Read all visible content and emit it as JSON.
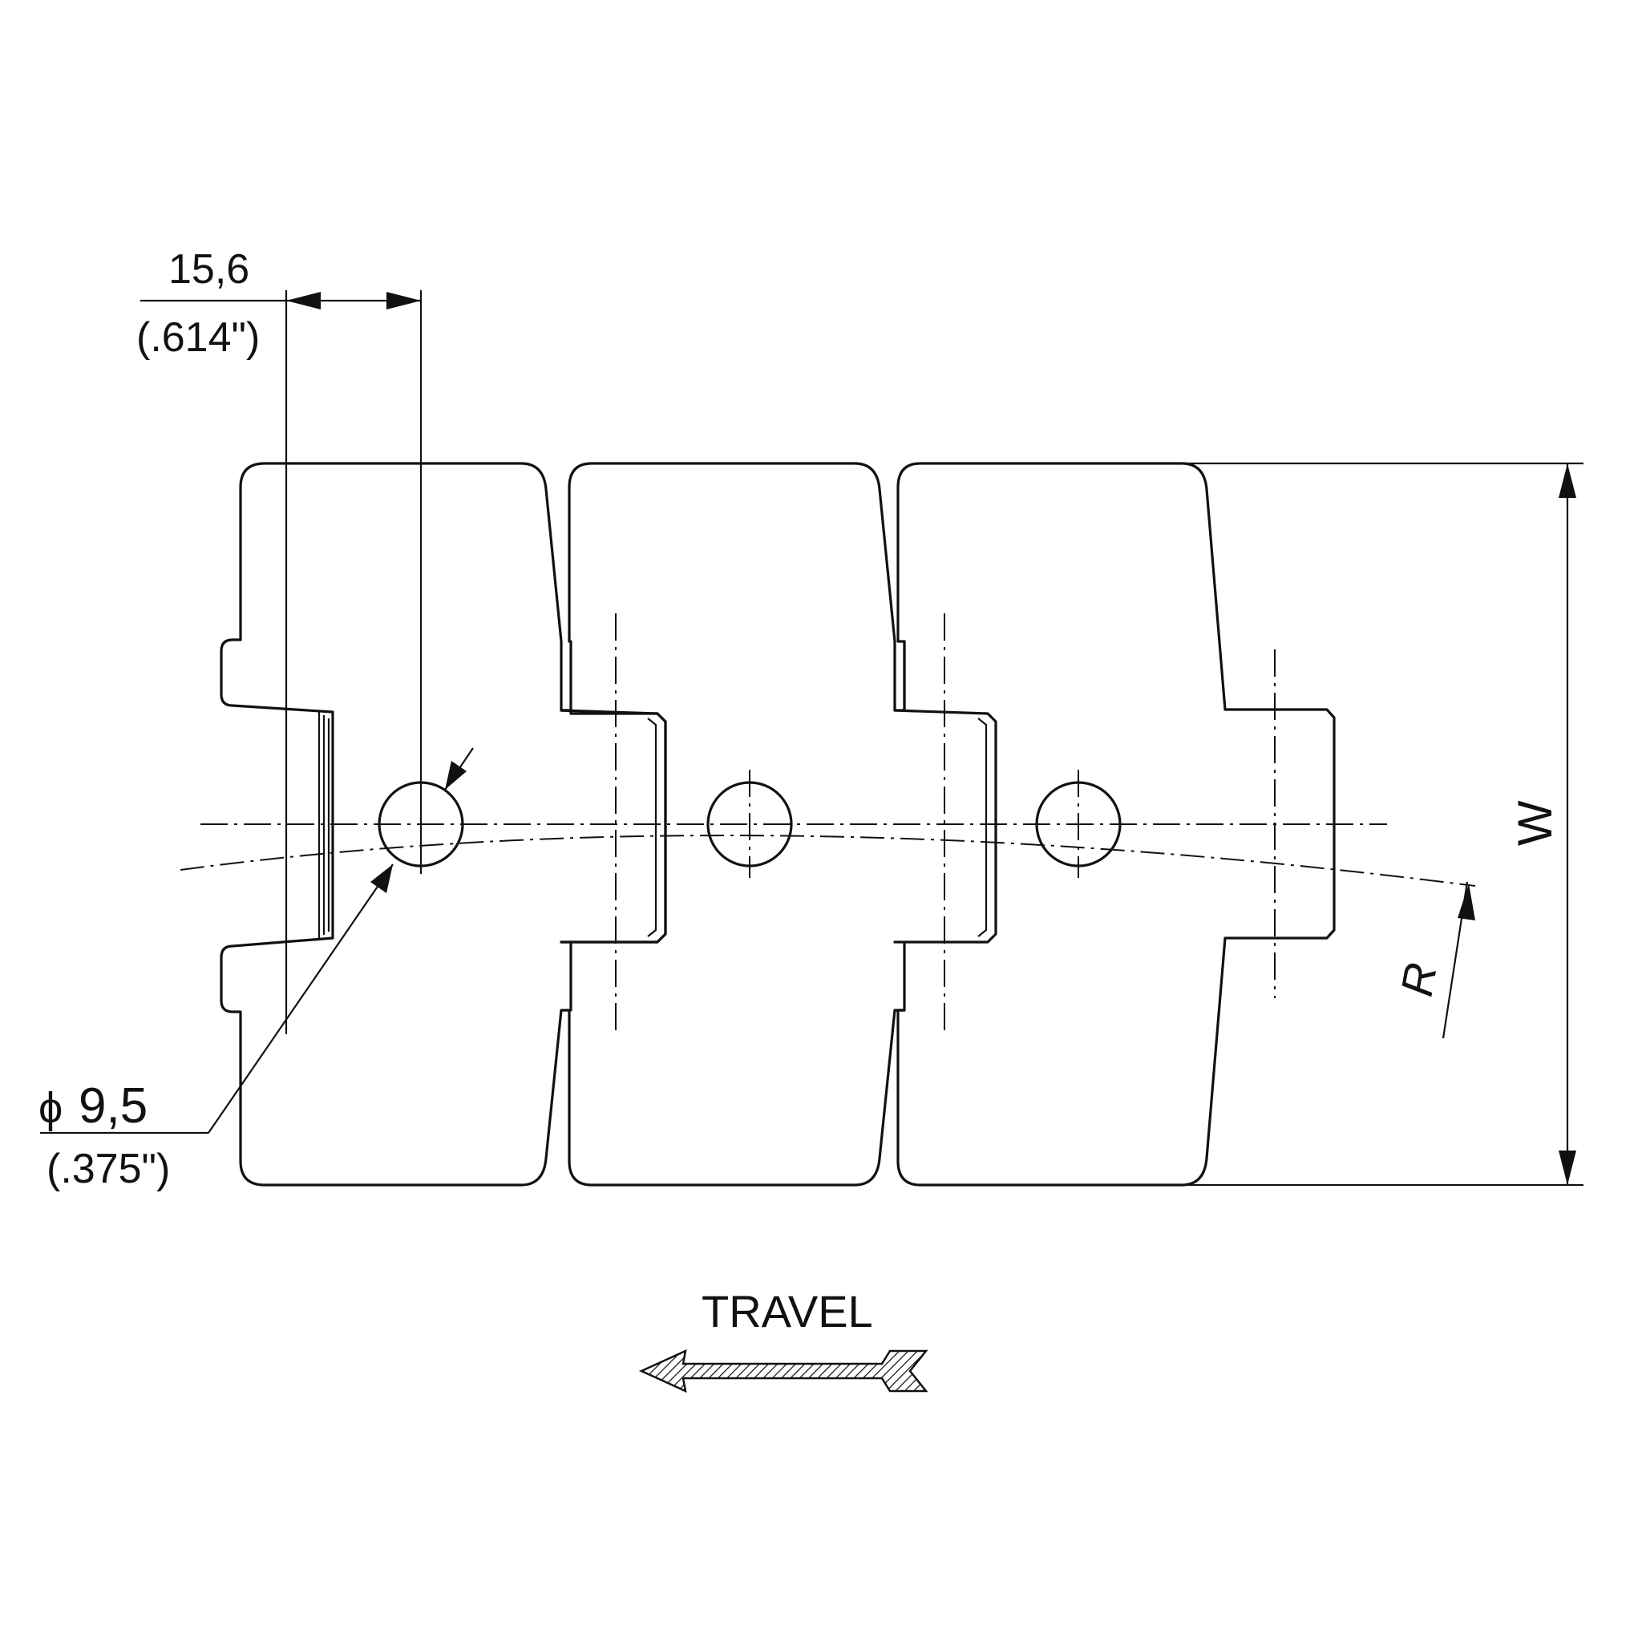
{
  "dimensions": {
    "pitch_offset": {
      "metric": "15,6",
      "imperial": "(.614\")"
    },
    "hole_diameter": {
      "symbol": "ϕ",
      "metric": "9,5",
      "imperial": "(.375\")"
    },
    "width": "W",
    "radius": "R"
  },
  "travel": {
    "label": "TRAVEL",
    "direction": "left"
  },
  "colors": {
    "line": "#111111",
    "background": "#ffffff"
  },
  "icons": {
    "travel_arrow": "hatched-left-arrow-icon"
  }
}
